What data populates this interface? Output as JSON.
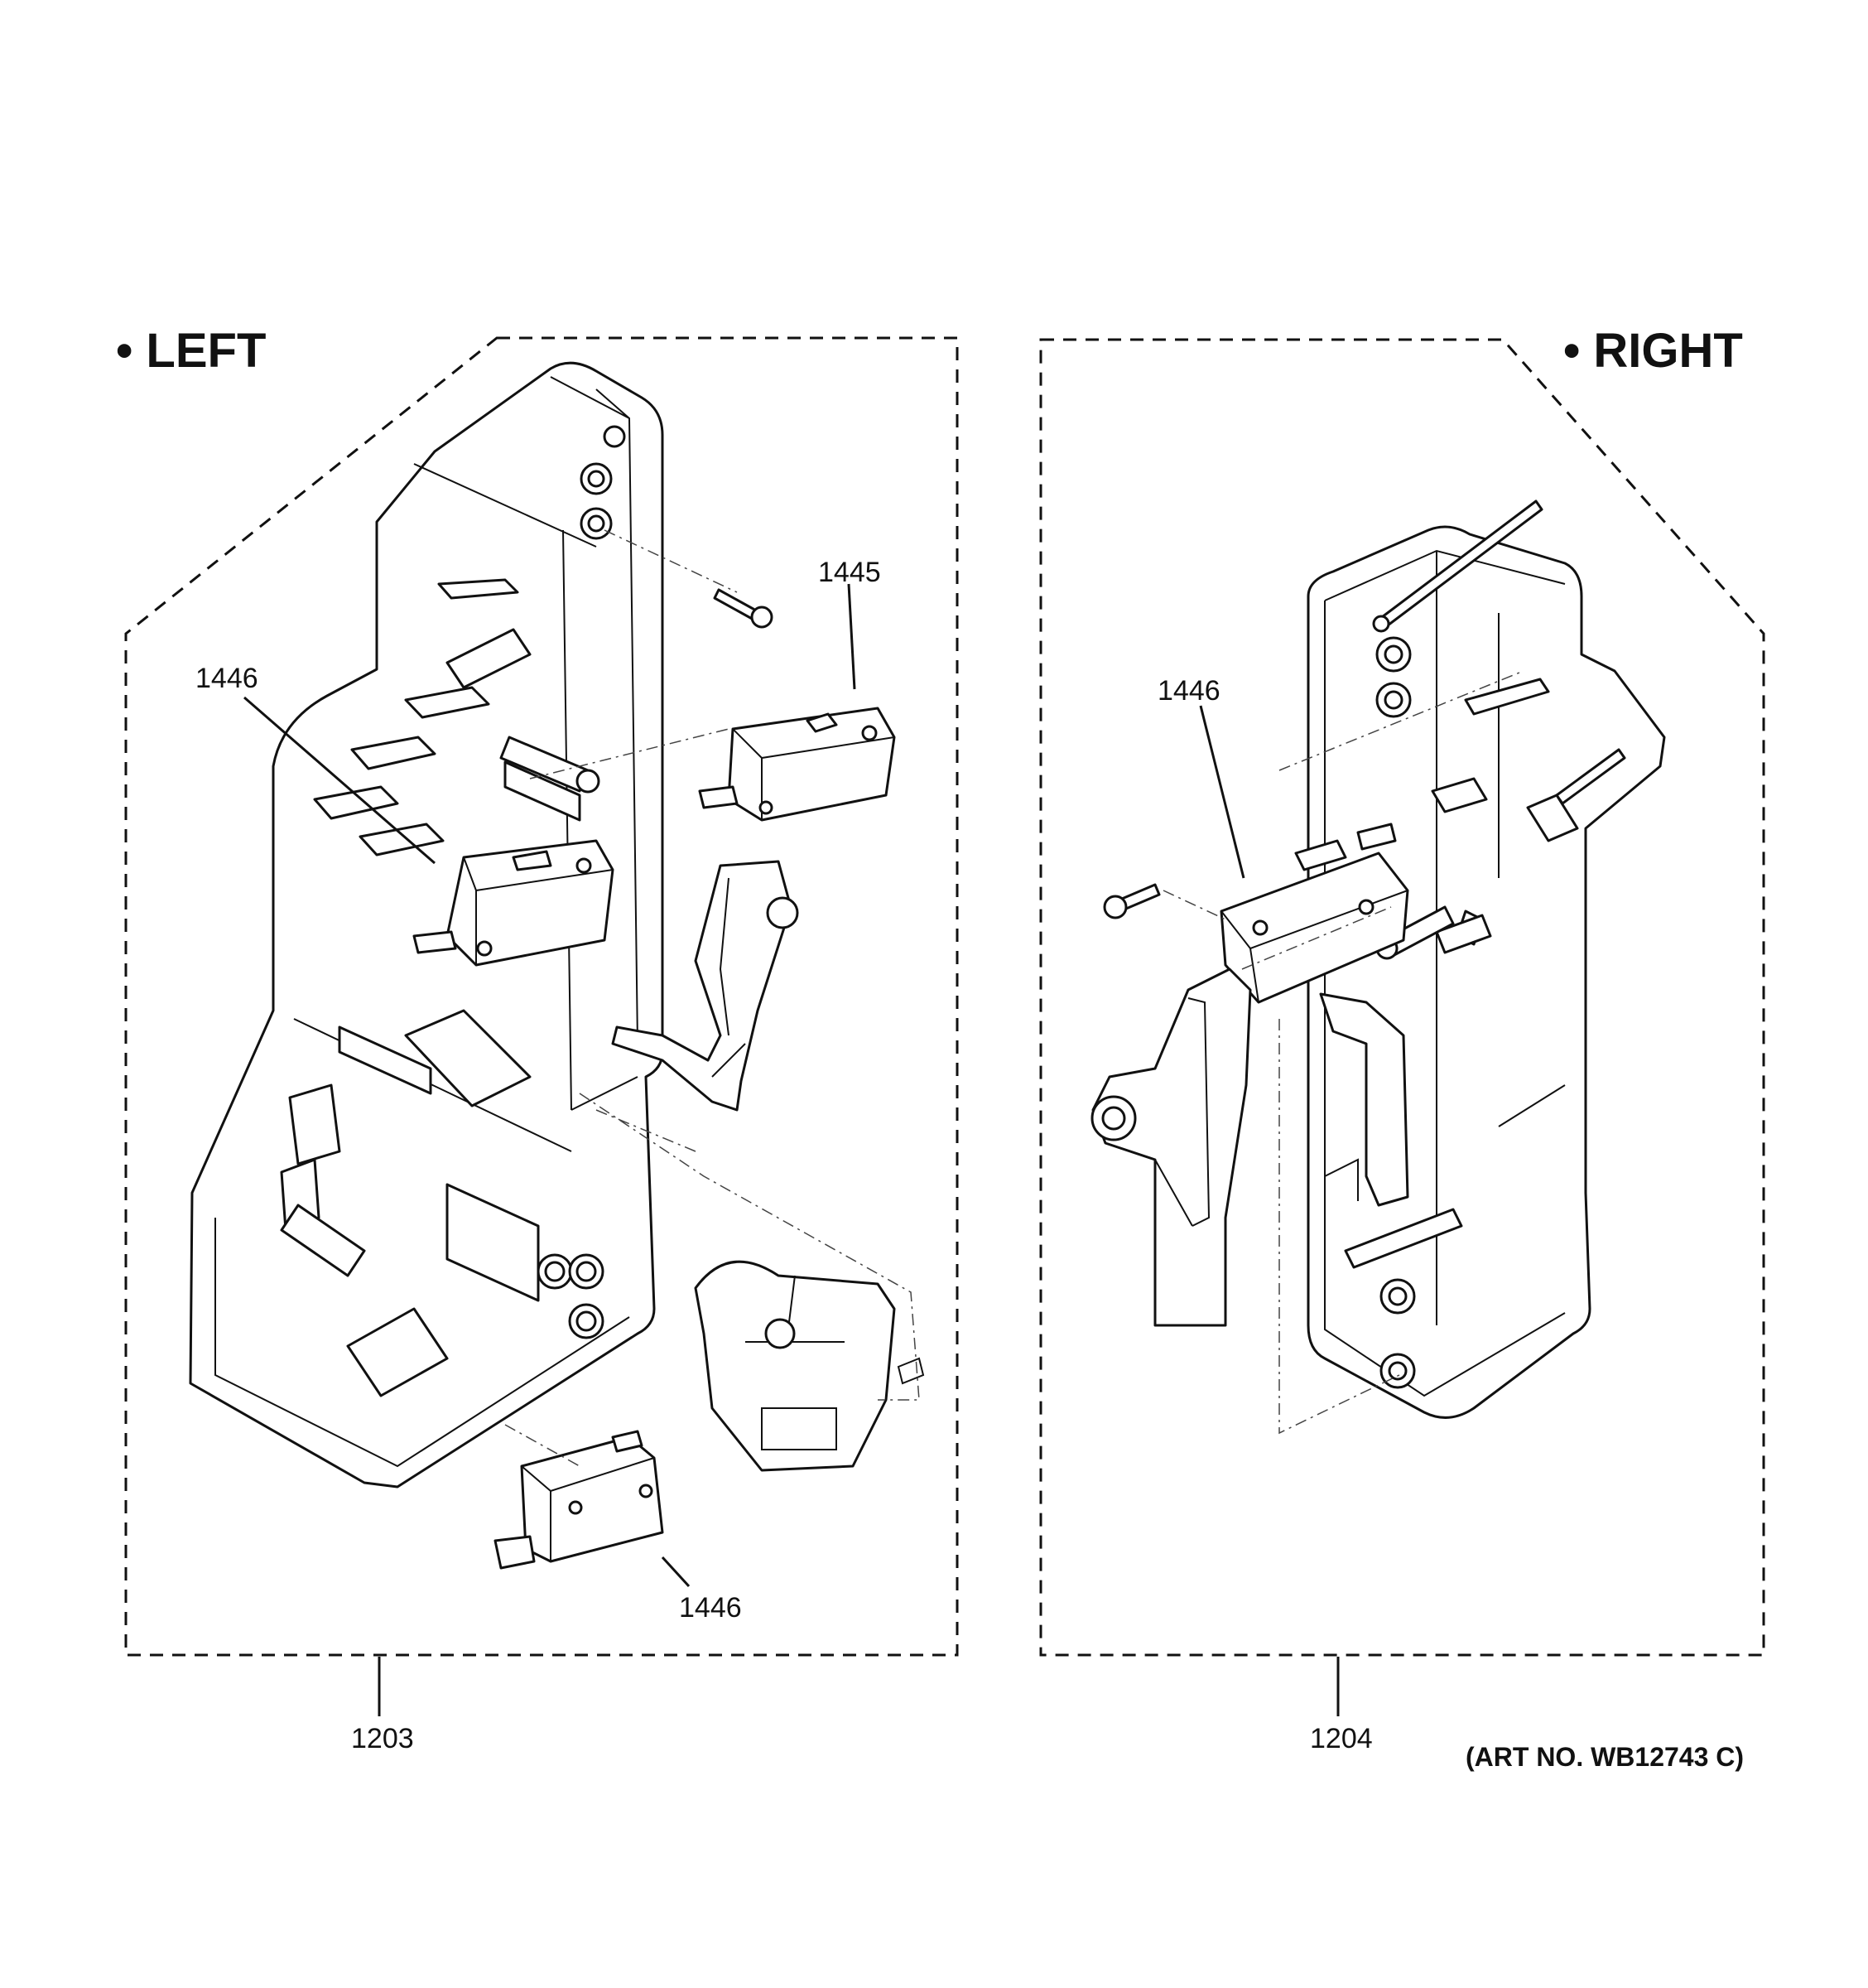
{
  "headings": {
    "left": "• LEFT",
    "right": "• RIGHT"
  },
  "callouts": {
    "left_switch_top": "1445",
    "left_switch_mid": "1446",
    "left_switch_bottom": "1446",
    "right_switch": "1446",
    "left_assembly": "1203",
    "right_assembly": "1204"
  },
  "art_number": "(ART NO. WB12743 C)"
}
